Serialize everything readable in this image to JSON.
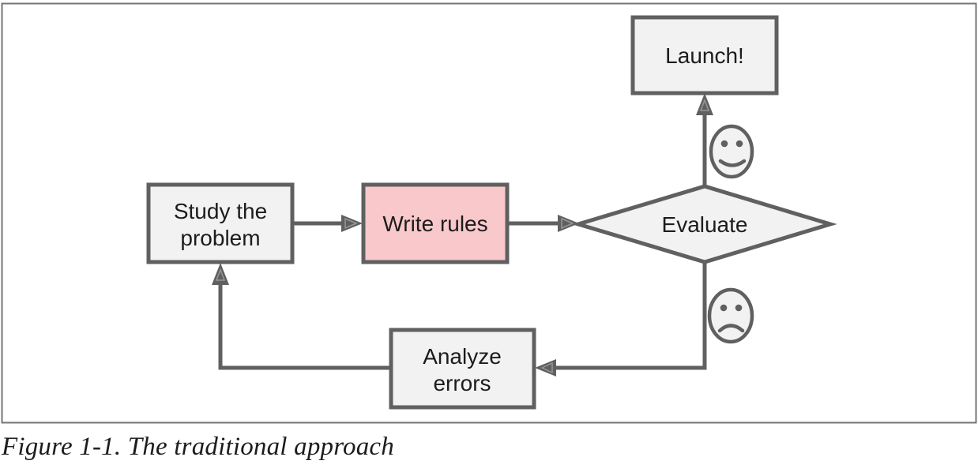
{
  "figure": {
    "caption": "Figure 1-1. The traditional approach"
  },
  "diagram": {
    "nodes": {
      "study": {
        "line1": "Study the",
        "line2": "problem"
      },
      "write_rules": {
        "label": "Write rules"
      },
      "evaluate": {
        "label": "Evaluate"
      },
      "launch": {
        "label": "Launch!"
      },
      "analyze_errors": {
        "line1": "Analyze",
        "line2": "errors"
      }
    },
    "icons": {
      "happy": "happy-face-icon",
      "sad": "sad-face-icon"
    },
    "colors": {
      "background": "#ffffff",
      "box_fill": "#f2f2f2",
      "highlight_fill": "#f9c8ca",
      "line": "#606060",
      "text_color": "#1c1c1c",
      "border_color": "#757575"
    }
  }
}
